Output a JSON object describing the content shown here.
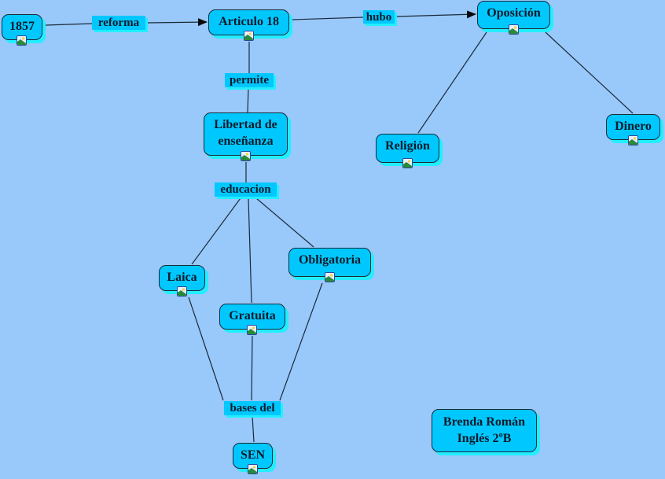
{
  "diagram": {
    "type": "concept-map",
    "colors": {
      "background": "#99c8fa",
      "node_fill": "#00c8ff",
      "node_shadow": "#22eeff",
      "line": "#1a2a3a"
    },
    "nodes": {
      "n1857": {
        "label": "1857",
        "icon": "image-icon"
      },
      "articulo18": {
        "label": "Articulo 18",
        "icon": "image-icon"
      },
      "oposicion": {
        "label": "Oposición",
        "icon": "image-icon"
      },
      "libertad": {
        "label_line1": "Libertad de",
        "label_line2": "enseñanza",
        "icon": "image-icon"
      },
      "religion": {
        "label": "Religión",
        "icon": "image-icon"
      },
      "dinero": {
        "label": "Dinero",
        "icon": "image-icon"
      },
      "laica": {
        "label": "Laica",
        "icon": "image-icon"
      },
      "obligatoria": {
        "label": "Obligatoria",
        "icon": "image-icon"
      },
      "gratuita": {
        "label": "Gratuita",
        "icon": "image-icon"
      },
      "sen": {
        "label": "SEN",
        "icon": "image-icon"
      },
      "author": {
        "label_line1": "Brenda Román",
        "label_line2": "Inglés 2ºB"
      }
    },
    "link_labels": {
      "reforma": "reforma",
      "hubo": "hubo",
      "permite": "permite",
      "educacion": "educacion",
      "bases_del": "bases del"
    },
    "connections": [
      {
        "from": "1857",
        "via": "reforma",
        "to": "Articulo 18",
        "arrow": true
      },
      {
        "from": "Articulo 18",
        "via": "hubo",
        "to": "Oposición",
        "arrow": true
      },
      {
        "from": "Articulo 18",
        "via": "permite",
        "to": "Libertad de enseñanza",
        "arrow": false
      },
      {
        "from": "Oposición",
        "to": "Religión",
        "arrow": false
      },
      {
        "from": "Oposición",
        "to": "Dinero",
        "arrow": false
      },
      {
        "from": "Libertad de enseñanza",
        "via": "educacion",
        "to": [
          "Laica",
          "Gratuita",
          "Obligatoria"
        ],
        "arrow": false
      },
      {
        "from": [
          "Laica",
          "Gratuita",
          "Obligatoria"
        ],
        "via": "bases del",
        "to": "SEN",
        "arrow": false
      }
    ]
  }
}
